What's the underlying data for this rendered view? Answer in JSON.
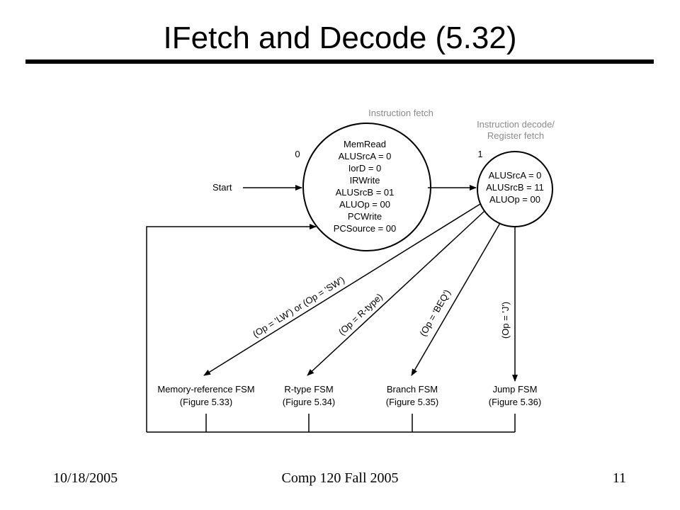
{
  "slide": {
    "title": "IFetch and Decode (5.32)",
    "footer_left": "10/18/2005",
    "footer_center": "Comp 120 Fall 2005",
    "footer_right": "11"
  },
  "diagram": {
    "start_label": "Start",
    "states": [
      {
        "number": "0",
        "caption": [
          "Instruction fetch"
        ],
        "signals": [
          "MemRead",
          "ALUSrcA = 0",
          "IorD = 0",
          "IRWrite",
          "ALUSrcB = 01",
          "ALUOp = 00",
          "PCWrite",
          "PCSource = 00"
        ]
      },
      {
        "number": "1",
        "caption": [
          "Instruction decode/",
          "Register fetch"
        ],
        "signals": [
          "ALUSrcA = 0",
          "ALUSrcB = 11",
          "ALUOp = 00"
        ]
      }
    ],
    "transitions": [
      "(Op = 'LW') or (Op = 'SW')",
      "(Op = R-type)",
      "(Op = 'BEQ')",
      "(Op = 'J')"
    ],
    "targets": [
      [
        "Memory-reference FSM",
        "(Figure 5.33)"
      ],
      [
        "R-type FSM",
        "(Figure 5.34)"
      ],
      [
        "Branch FSM",
        "(Figure 5.35)"
      ],
      [
        "Jump FSM",
        "(Figure 5.36)"
      ]
    ]
  }
}
